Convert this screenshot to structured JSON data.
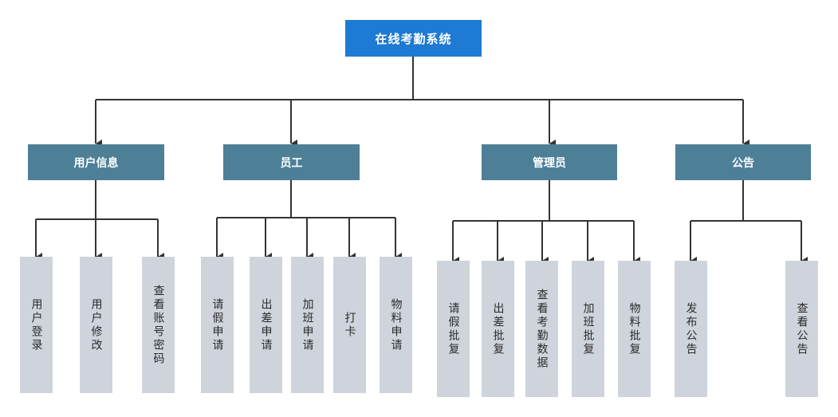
{
  "diagram": {
    "root": "在线考勤系统",
    "categories": [
      {
        "label": "用户信息",
        "children": [
          "用户登录",
          "用户修改",
          "查看账号密码"
        ]
      },
      {
        "label": "员工",
        "children": [
          "请假申请",
          "出差申请",
          "加班申请",
          "打卡",
          "物料申请"
        ]
      },
      {
        "label": "管理员",
        "children": [
          "请假批复",
          "出差批复",
          "查看考勤数据",
          "加班批复",
          "物料批复"
        ]
      },
      {
        "label": "公告",
        "children": [
          "发布公告",
          "查看公告"
        ]
      }
    ],
    "colors": {
      "root": "#1e7ad2",
      "category": "#4d7f97",
      "leaf": "#cfd3dc",
      "connector": "#333333"
    }
  }
}
